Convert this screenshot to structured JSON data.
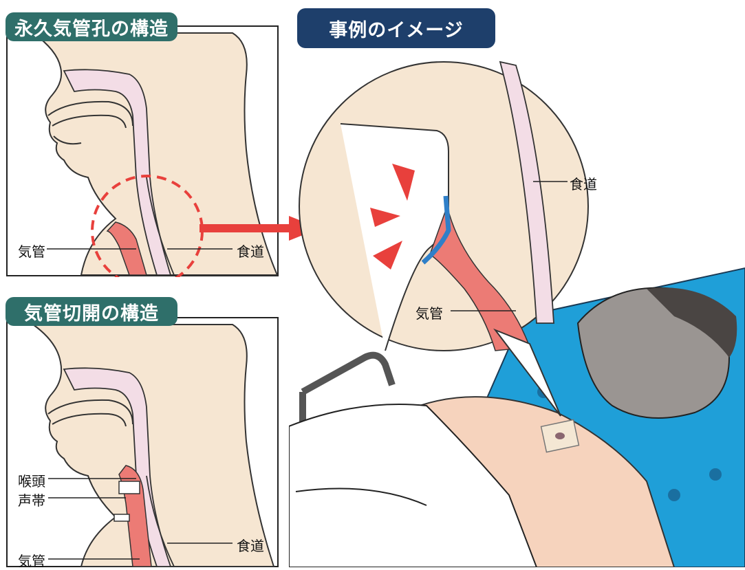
{
  "top_left": {
    "title": "永久気管孔の構造",
    "labels": {
      "trachea": "気管",
      "esophagus": "食道"
    }
  },
  "bottom_left": {
    "title": "気管切開の構造",
    "labels": {
      "larynx": "喉頭",
      "vocal_cords": "声帯",
      "trachea": "気管",
      "esophagus": "食道"
    }
  },
  "right": {
    "title": "事例のイメージ",
    "labels": {
      "esophagus": "食道",
      "trachea": "気管"
    }
  },
  "colors": {
    "skin": "#f6e6d2",
    "airway_pink": "#f3dde6",
    "trachea_red": "#ec7b75",
    "arrow_red": "#e8403c",
    "tag_green": "#2f6f6a",
    "tag_navy": "#1e3f6b",
    "bed_blue": "#1f9fd8",
    "stoma_cover_blue": "#2f7fc8"
  }
}
